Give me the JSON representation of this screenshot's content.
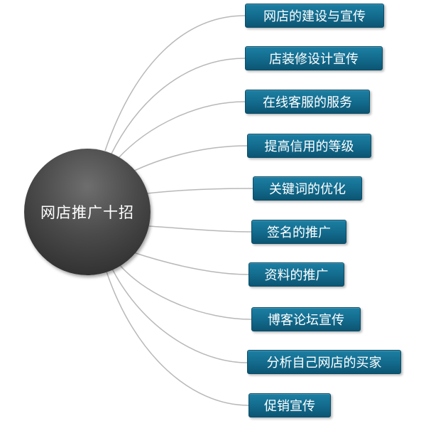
{
  "center": {
    "label": "网店推广十招"
  },
  "branches": [
    {
      "label": "网店的建设与宣传"
    },
    {
      "label": "店装修设计宣传"
    },
    {
      "label": "在线客服的服务"
    },
    {
      "label": "提高信用的等级"
    },
    {
      "label": "关键词的优化"
    },
    {
      "label": "签名的推广"
    },
    {
      "label": "资料的推广"
    },
    {
      "label": "博客论坛宣传"
    },
    {
      "label": "分析自己网店的买家"
    },
    {
      "label": "促销宣传"
    }
  ],
  "colors": {
    "center_fill": "#4a4a4a",
    "branch_fill": "#136c8e",
    "connector": "#b8b8b8",
    "text": "#ffffff"
  }
}
